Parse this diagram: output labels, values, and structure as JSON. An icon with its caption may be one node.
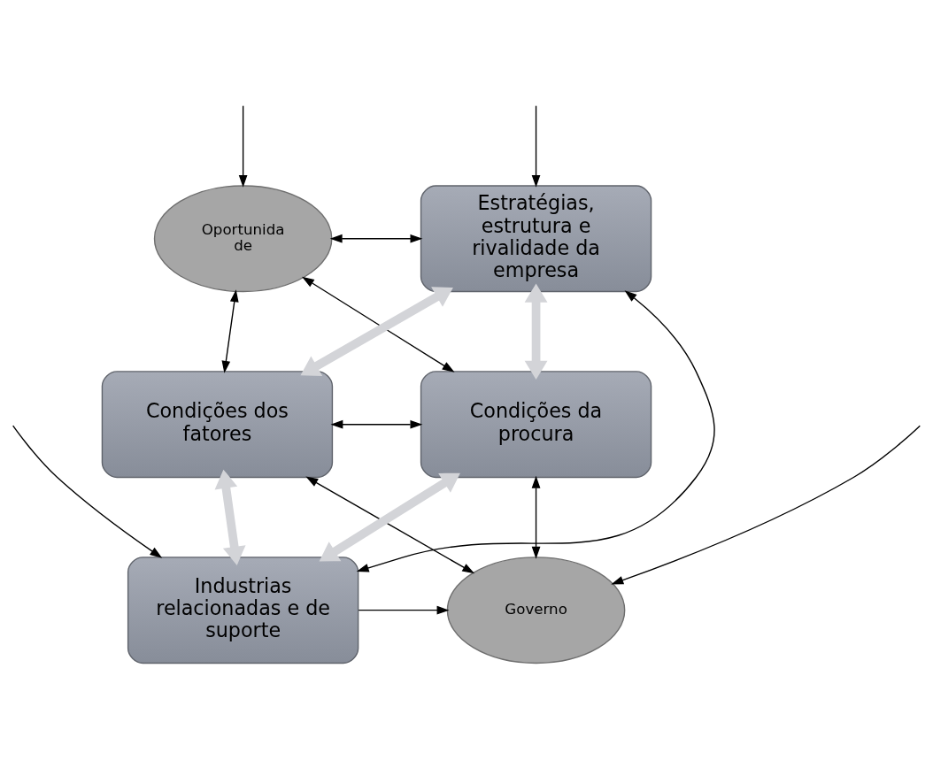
{
  "diagram": {
    "nodes": [
      {
        "text": [
          "Oportunida de"
        ]
      },
      {
        "text": [
          "Estratégias, estrutura e rivalidade da empresa"
        ]
      },
      {
        "text": [
          "Condições dos fatores"
        ]
      },
      {
        "text": [
          "Condições da procura"
        ]
      },
      {
        "text": [
          "Industrias relacionadas e de suporte"
        ]
      },
      {
        "text": [
          "Governo"
        ]
      }
    ],
    "edges": [
      {
        "from": 0,
        "to": 1,
        "arrow": "both"
      },
      {
        "from": 0,
        "to": 2,
        "arrow": "both"
      },
      {
        "from": 0,
        "to": 3,
        "arrow": "both"
      },
      {
        "from": null,
        "to": 0,
        "arrow": "to"
      },
      {
        "from": null,
        "to": 1,
        "arrow": "to"
      },
      {
        "from": 1,
        "to": 2,
        "arrow": "both",
        "style": "thick",
        "color": "#d3d4d8"
      },
      {
        "from": 1,
        "to": 3,
        "arrow": "both",
        "style": "thick",
        "color": "#d3d4d8"
      },
      {
        "from": 1,
        "to": 4,
        "arrow": "both"
      },
      {
        "from": 2,
        "to": 3,
        "arrow": "both"
      },
      {
        "from": 2,
        "to": 4,
        "arrow": "both",
        "style": "thick",
        "color": "#d3d4d8"
      },
      {
        "from": 3,
        "to": 4,
        "arrow": "both",
        "style": "thick",
        "color": "#d3d4d8"
      },
      {
        "from": 3,
        "to": 5,
        "arrow": "both"
      },
      {
        "from": 4,
        "to": 5,
        "arrow": "to"
      },
      {
        "from": null,
        "to": 5,
        "arrow": "to"
      },
      {
        "from": 2,
        "to": 5,
        "arrow": "both"
      },
      {
        "from": null,
        "to": 4,
        "arrow": "to"
      }
    ]
  }
}
